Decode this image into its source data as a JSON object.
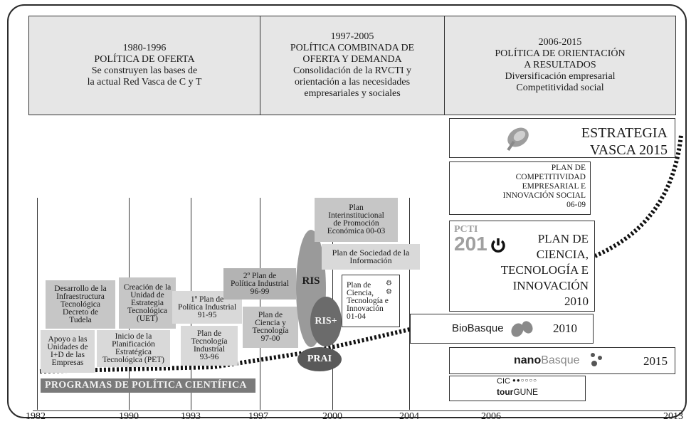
{
  "periods": [
    {
      "range": "1980-1996",
      "lines": [
        "POLÍTICA DE OFERTA",
        "",
        "Se construyen las bases de",
        "la actual Red Vasca de C y T"
      ]
    },
    {
      "range": "1997-2005",
      "lines": [
        "POLÍTICA  COMBINADA DE",
        "OFERTA Y DEMANDA",
        "Consolidación de la RVCTI y",
        "orientación a las necesidades",
        "empresariales y sociales"
      ]
    },
    {
      "range": "2006-2015",
      "lines": [
        "POLÍTICA DE ORIENTACIÓN",
        "A RESULTADOS",
        "Diversificación empresarial",
        "Competitividad social"
      ]
    }
  ],
  "axis_years": [
    "1982",
    "1990",
    "1993",
    "1997",
    "2000",
    "2004",
    "2006",
    "2013"
  ],
  "programs_label": "PROGRAMAS DE POLÍTICA CIENTÍFICA",
  "boxes": {
    "apoyo": [
      "Apoyo a las",
      "Unidades de",
      "I+D de las",
      "Empresas"
    ],
    "desarrollo": [
      "Desarrollo de la",
      "Infraestructura",
      "Tecnológica",
      "Decreto de",
      "Tudela"
    ],
    "creacion": [
      "Creación de la",
      "Unidad de",
      "Estrategia",
      "Tecnológica",
      "(UET)"
    ],
    "inicio": [
      "Inicio de la",
      "Planificación",
      "Estratégica",
      "Tecnológica (PET)"
    ],
    "plan1_industrial": [
      "1º Plan de",
      "Política Industrial",
      "91-95"
    ],
    "plan_tecnologia_industrial": [
      "Plan de",
      "Tecnología",
      "Industrial",
      "93-96"
    ],
    "plan2_industrial": [
      "2º Plan de",
      "Política Industrial",
      "96-99"
    ],
    "plan_ciencia_tecnologia": [
      "Plan de",
      "Ciencia y",
      "Tecnología",
      "97-00"
    ],
    "plan_interinstitucional": [
      "Plan",
      "Interinstitucional",
      "de Promoción",
      "Económica 00-03"
    ],
    "plan_sociedad": [
      "Plan de Sociedad de la",
      "Información"
    ],
    "plan_ciencia_innovacion": [
      "Plan de",
      "Ciencia,",
      "Tecnología e",
      "Innovación",
      "01-04"
    ]
  },
  "ellipses": {
    "ris": "RIS",
    "ris_plus": "RIS+",
    "prai": "PRAI"
  },
  "right": {
    "estrategia": [
      "ESTRATEGIA",
      "VASCA 2015"
    ],
    "competitividad": [
      "PLAN DE",
      "COMPETITIVIDAD",
      "EMPRESARIAL E",
      "INNOVACIÓN SOCIAL",
      "06-09"
    ],
    "pcti_logo_top": "PCTI",
    "pcti_logo_year": "201",
    "pcti": [
      "PLAN DE",
      "CIENCIA,",
      "TECNOLOGÍA E",
      "INNOVACIÓN",
      "2010"
    ],
    "biobasque_brand": "BioBasque",
    "biobasque_year": "2010",
    "nano_brand_a": "nano",
    "nano_brand_b": "Basque",
    "nano_year": "2015",
    "cic_brand": "CIC",
    "cic_dots": "●●○○○○",
    "tourgune_a": "tour",
    "tourgune_b": "GUNE"
  },
  "colors": {
    "light_box": "#d9d9d9",
    "mid_box": "#c6c6c6",
    "ellipse_gray": "#9a9a9a",
    "ellipse_dark": "#6b6b6b",
    "prai": "#595959",
    "band": "#7a7a7a"
  }
}
